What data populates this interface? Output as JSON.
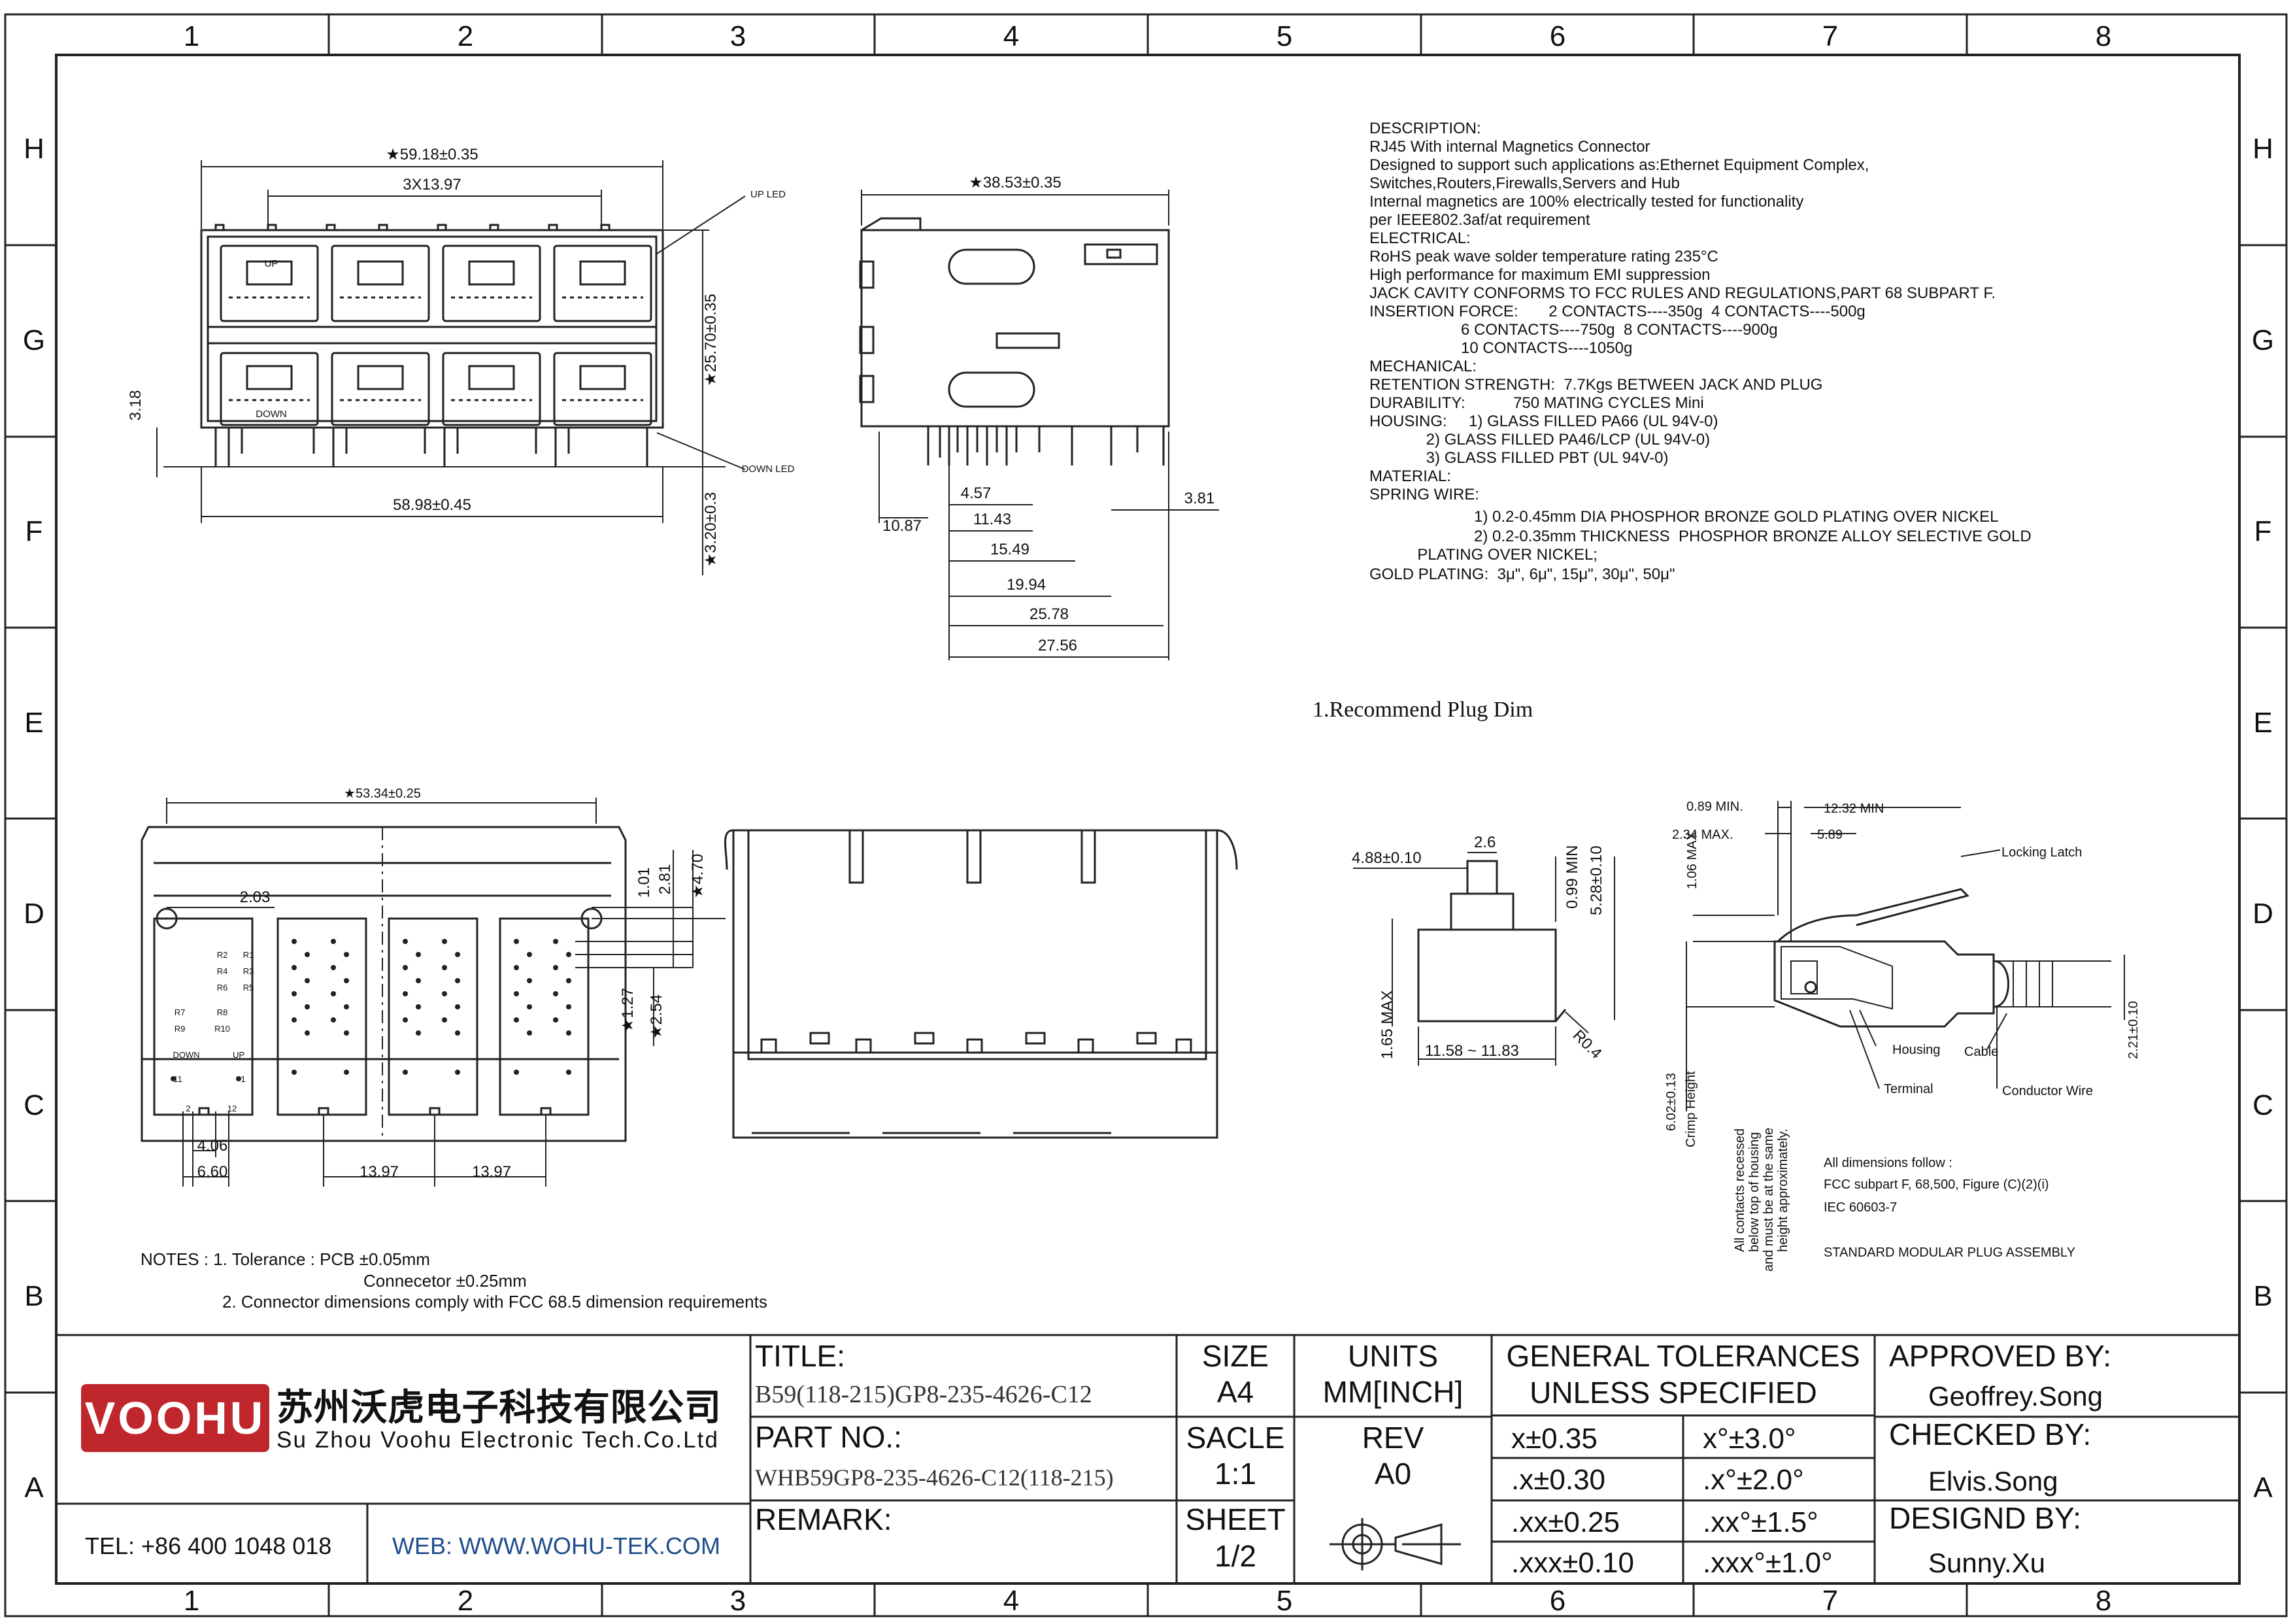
{
  "grid": {
    "columns": [
      "1",
      "2",
      "3",
      "4",
      "5",
      "6",
      "7",
      "8"
    ],
    "rows": [
      "H",
      "G",
      "F",
      "E",
      "D",
      "C",
      "B",
      "A"
    ]
  },
  "description": {
    "lines": [
      "DESCRIPTION:",
      "RJ45 With internal Magnetics Connector",
      "Designed to support such applications as:Ethernet Equipment Complex,",
      "Switches,Routers,Firewalls,Servers and Hub",
      "Internal magnetics are 100% electrically tested for functionality",
      "per IEEE802.3af/at requirement",
      "ELECTRICAL:",
      "RoHS peak wave solder temperature rating 235°C",
      "High performance for maximum EMI suppression",
      "JACK CAVITY CONFORMS TO FCC RULES AND REGULATIONS,PART 68 SUBPART F.",
      "INSERTION FORCE:       2 CONTACTS----350g  4 CONTACTS----500g",
      "                     6 CONTACTS----750g  8 CONTACTS----900g",
      "                     10 CONTACTS----1050g",
      "MECHANICAL:",
      "RETENTION STRENGTH:  7.7Kgs BETWEEN JACK AND PLUG",
      "DURABILITY:           750 MATING CYCLES Mini",
      "HOUSING:     1) GLASS FILLED PA66 (UL 94V-0)",
      "             2) GLASS FILLED PA46/LCP (UL 94V-0)",
      "             3) GLASS FILLED PBT (UL 94V-0)",
      "MATERIAL:",
      "SPRING WIRE:",
      "                        1) 0.2-0.45mm DIA PHOSPHOR BRONZE GOLD PLATING OVER NICKEL",
      "                        2) 0.2-0.35mm THICKNESS  PHOSPHOR BRONZE ALLOY SELECTIVE GOLD",
      "           PLATING OVER NICKEL;",
      "GOLD PLATING:  3μ\", 6μ\", 15μ\", 30μ\", 50μ\""
    ]
  },
  "plug_title": "1.Recommend Plug Dim",
  "views": {
    "front": {
      "overall_width": "★59.18±0.35",
      "pitch": "3X13.97",
      "bottom_width": "58.98±0.45",
      "height": "★25.70±0.35",
      "pin_length": "★3.20±0.3",
      "standoff": "3.18",
      "up_led": "UP LED",
      "down_led": "DOWN LED",
      "up": "UP",
      "down": "DOWN"
    },
    "side": {
      "depth": "★38.53±0.35",
      "d1": "4.57",
      "d2": "10.87",
      "d3": "11.43",
      "d4": "15.49",
      "d5": "19.94",
      "d6": "25.78",
      "d7": "27.56",
      "d8": "3.81"
    },
    "footprint": {
      "width": "★53.34±0.25",
      "d1": "2.03",
      "d2": "1.01",
      "d3": "2.81",
      "d4": "★4.70",
      "d5": "★1.27",
      "d6": "★2.54",
      "d7": "4.06",
      "d8": "6.60",
      "p1": "13.97",
      "p2": "13.97",
      "down": "DOWN",
      "up": "UP",
      "pin11": "11",
      "pin12": "12",
      "pin1": "1",
      "pin2": "2",
      "leds": [
        "R1",
        "R2",
        "R3",
        "R4",
        "R5",
        "R6",
        "R7",
        "R8",
        "R9",
        "R10"
      ]
    },
    "plug_front": {
      "w1": "4.88±0.10",
      "w2": "2.6",
      "h1": "0.99 MIN",
      "h2": "5.28±0.10",
      "h3": "1.65 MAX",
      "w3": "11.58 ~ 11.83",
      "r": "R0.4"
    },
    "plug_side": {
      "d1": "0.89 MIN.",
      "d2": "12.32 MIN",
      "d3": "2.34 MAX.",
      "d4": "5.89",
      "d5": "1.06 MAX",
      "d6": "2.21±0.10",
      "d7": "6.02±0.13",
      "crimp": "Crimp Height",
      "locking_latch": "Locking Latch",
      "housing": "Housing",
      "cable": "Cable",
      "terminal": "Terminal",
      "conductor": "Conductor Wire",
      "recess_note": [
        "All contacts recessed",
        "below top of housing",
        "and must be at the same",
        "height approximately."
      ],
      "ref_lines": [
        "All dimensions follow :",
        "FCC subpart F, 68,500, Figure (C)(2)(i)",
        "IEC 60603-7"
      ],
      "assembly": "STANDARD MODULAR PLUG ASSEMBLY"
    }
  },
  "notes": {
    "line1": "NOTES : 1. Tolerance : PCB ±0.05mm",
    "line2": "Connecetor ±0.25mm",
    "line3": "2. Connector dimensions comply with FCC 68.5 dimension requirements"
  },
  "title_block": {
    "logo": "VOOHU",
    "company_cn": "苏州沃虎电子科技有限公司",
    "company_en": "Su Zhou Voohu Electronic Tech.Co.Ltd",
    "tel": "TEL: +86 400 1048 018",
    "web": "WEB: WWW.WOHU-TEK.COM",
    "title_label": "TITLE:",
    "title_value": "B59(118-215)GP8-235-4626-C12",
    "part_label": "PART NO.:",
    "part_value": "WHB59GP8-235-4626-C12(118-215)",
    "remark_label": "REMARK:",
    "size_label": "SIZE",
    "size_value": "A4",
    "units_label": "UNITS",
    "units_value": "MM[INCH]",
    "scale_label": "SACLE",
    "scale_value": "1:1",
    "rev_label": "REV",
    "rev_value": "A0",
    "sheet_label": "SHEET",
    "sheet_value": "1/2",
    "tol_title1": "GENERAL TOLERANCES",
    "tol_title2": "UNLESS SPECIFIED",
    "tol": [
      [
        "x±0.35",
        "x°±3.0°"
      ],
      [
        ".x±0.30",
        ".x°±2.0°"
      ],
      [
        ".xx±0.25",
        ".xx°±1.5°"
      ],
      [
        ".xxx±0.10",
        ".xxx°±1.0°"
      ]
    ],
    "approved_label": "APPROVED BY:",
    "approved_value": "Geoffrey.Song",
    "checked_label": "CHECKED BY:",
    "checked_value": "Elvis.Song",
    "design_label": "DESIGND BY:",
    "design_value": "Sunny.Xu",
    "logo_color": "#c0272d"
  }
}
